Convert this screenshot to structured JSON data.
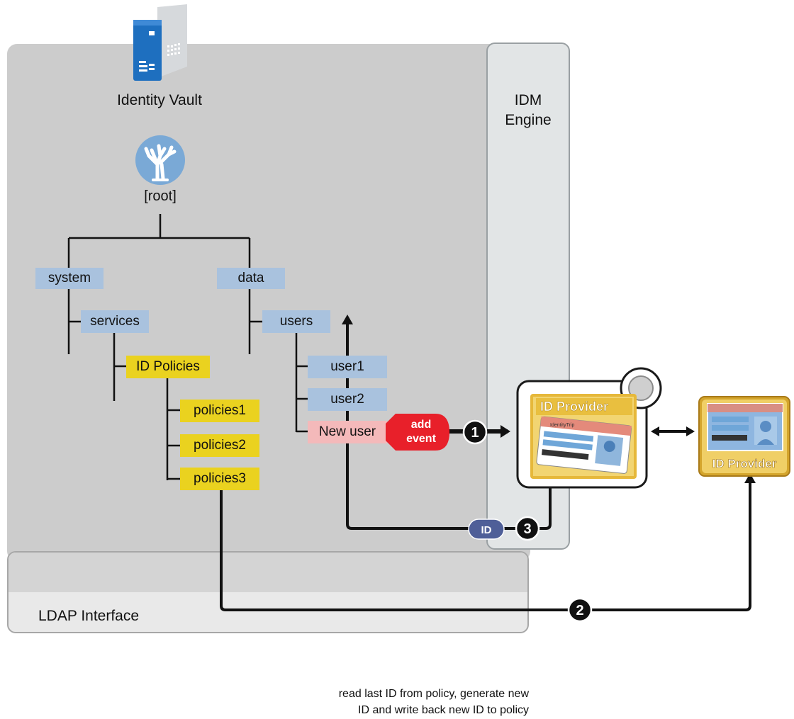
{
  "vault": {
    "title": "Identity Vault"
  },
  "engine": {
    "title_line1": "IDM",
    "title_line2": "Engine"
  },
  "ldap": {
    "label": "LDAP Interface"
  },
  "tree": {
    "root": "[root]",
    "system": "system",
    "services": "services",
    "id_policies": "ID Policies",
    "policies": [
      "policies1",
      "policies2",
      "policies3"
    ],
    "data": "data",
    "users": "users",
    "user1": "user1",
    "user2": "user2",
    "new_user": "New user"
  },
  "event": {
    "line1": "add",
    "line2": "event"
  },
  "steps": {
    "one": "1",
    "two": "2",
    "three": "3",
    "id_badge": "ID"
  },
  "provider": {
    "label": "ID Provider",
    "card_header": "IdentityTrip"
  },
  "caption": {
    "line1": "read last ID from policy, generate new",
    "line2": "ID and write back new ID to policy"
  },
  "colors": {
    "blue_node": "#a9c2de",
    "yellow_node": "#ead21f",
    "pink_node": "#f4b9ba",
    "event_red": "#e8202a",
    "id_badge": "#4f5f98"
  }
}
